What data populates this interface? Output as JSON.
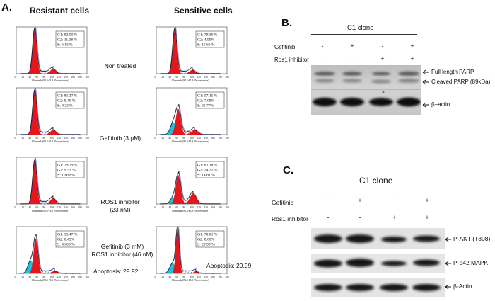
{
  "panel_a": {
    "letter": "A.",
    "col_resistant": "Resistant cells",
    "col_sensitive": "Sensitive cells",
    "axis_label": "Channels (FL3-FL3 Fluorescence)",
    "ticks": [
      "0",
      "20",
      "40",
      "60",
      "80",
      "100",
      "120",
      "140",
      "160",
      "180",
      "200"
    ],
    "rows": [
      {
        "treatment_lines": [
          "Non treated"
        ],
        "resistant": {
          "g1": "G1: 82.50 %",
          "g2": "G2: 11.38 %",
          "s": "S: 6.13 %",
          "apoptosis": ""
        },
        "sensitive": {
          "g1": "G1: 79.36 %",
          "g2": "G2: 4.99%",
          "s": "S: 15.65 %",
          "apoptosis": ""
        }
      },
      {
        "treatment_lines": [
          "Gefitinib (3 μM)"
        ],
        "resistant": {
          "g1": "G1: 81.37 %",
          "g2": "G2: 9.40 %",
          "s": "S: 9.23 %",
          "apoptosis": ""
        },
        "sensitive": {
          "g1": "G1: 57.15 %",
          "g2": "G2: 7.08%",
          "s": "S:   35.77%",
          "apoptosis": ""
        }
      },
      {
        "treatment_lines": [
          "ROS1 inhibitor",
          "(23 nM)"
        ],
        "resistant": {
          "g1": "G1: 79.79 %",
          "g2": "G2: 9.52 %",
          "s": "S: 10.69 %",
          "apoptosis": ""
        },
        "sensitive": {
          "g1": "G1: 61.18 %",
          "g2": "G2: 24.21 %",
          "s": "S: 14.61 %",
          "apoptosis": ""
        }
      },
      {
        "treatment_lines": [
          "Gefitinib (3 mM)",
          "ROS1 inhibitor (46 nM)"
        ],
        "resistant": {
          "g1": "G1: 53.47 %",
          "g2": "G2: 0.45%",
          "s": "S: 46.08 %",
          "apoptosis": "Apoptosis: 29.92"
        },
        "sensitive": {
          "g1": "G1: 70.01 %",
          "g2": "G2: 0.00%",
          "s": "S:   29.99 %",
          "apoptosis": "Apoptosis: 29.99"
        }
      }
    ]
  },
  "panel_b": {
    "letter": "B.",
    "clone": "C1 clone",
    "row1_label": "Gefitinib",
    "row2_label": "Ros1 inhibitor",
    "row1_signs": [
      "-",
      "+",
      "-",
      "+"
    ],
    "row2_signs": [
      "-",
      "-",
      "+",
      "+"
    ],
    "band_labels": [
      "Full length PARP",
      "Cleaved PARP (89kDa)",
      "β−actin"
    ]
  },
  "panel_c": {
    "letter": "C.",
    "clone": "C1 clone",
    "row1_label": "Gefitinib",
    "row2_label": "Ros1 inhibitor",
    "row1_signs": [
      "-",
      "+",
      "-",
      "+"
    ],
    "row2_signs": [
      "-",
      "-",
      "+",
      "+"
    ],
    "band_labels": [
      "P-AKT (T308)",
      "P-p42 MAPK",
      "β-Actin"
    ]
  },
  "colors": {
    "g1_fill": "#e8151b",
    "sub_g1_fill": "#19c3d8",
    "s_hatch": "#1f2fa0",
    "outline": "#111111"
  }
}
